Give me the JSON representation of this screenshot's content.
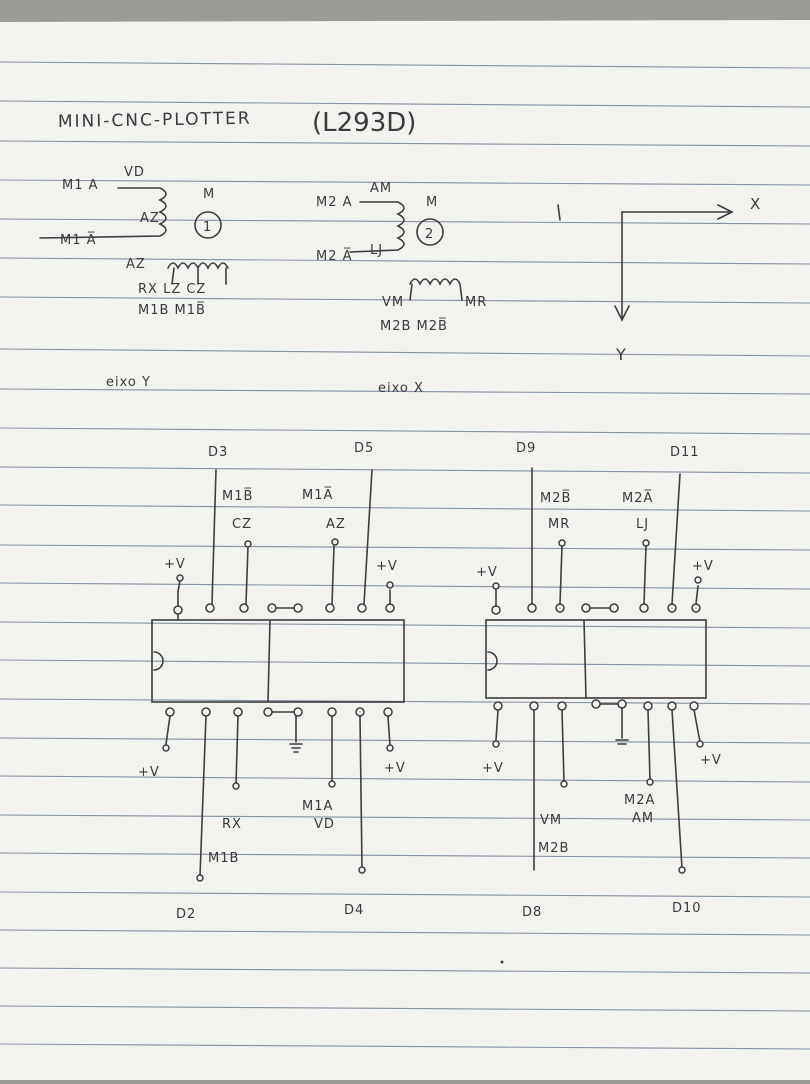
{
  "title": "MINI-CNC-PLOTTER",
  "title_ic": "(L293D)",
  "motor1": {
    "wire_top": "M1 A",
    "wire_bottom": "M1 A̅",
    "tap_top": "VD",
    "tap_mid": "AZ",
    "coil_labels": "RX  LZ  CZ",
    "bottom_wires": "M1B  M1B̅",
    "tag": "M",
    "number": "1",
    "coil_bottom": "AZ"
  },
  "motor2": {
    "wire_top": "M2 A",
    "wire_bottom": "M2 A̅",
    "tap_top": "AM",
    "tap_mid": "LJ",
    "coil_left": "VM",
    "coil_right": "MR",
    "bottom_wires": "M2B  M2B̅",
    "tag": "M",
    "number": "2"
  },
  "axes": {
    "x": "X",
    "y": "Y"
  },
  "axis_labels": {
    "left": "eixo Y",
    "right": "eixo X"
  },
  "chip1": {
    "top_pins": [
      "D3",
      "D5"
    ],
    "top_signals": [
      "M1B̅",
      "M1A̅"
    ],
    "top_coils": [
      "CZ",
      "AZ"
    ],
    "supply": "+V",
    "bottom_signals": [
      "RX",
      "M1A",
      "VD",
      "M1B"
    ],
    "bottom_pins": [
      "D2",
      "D4"
    ]
  },
  "chip2": {
    "top_pins": [
      "D9",
      "D11"
    ],
    "top_signals": [
      "M2B̅",
      "M2A̅"
    ],
    "top_coils": [
      "MR",
      "LJ"
    ],
    "supply": "+V",
    "bottom_signals": [
      "VM",
      "M2B",
      "M2A",
      "AM"
    ],
    "bottom_pins": [
      "D8",
      "D10"
    ]
  },
  "colors": {
    "paper": "#f2f3ef",
    "ink": "#3d3d42",
    "rule": "#5c6f8c"
  }
}
